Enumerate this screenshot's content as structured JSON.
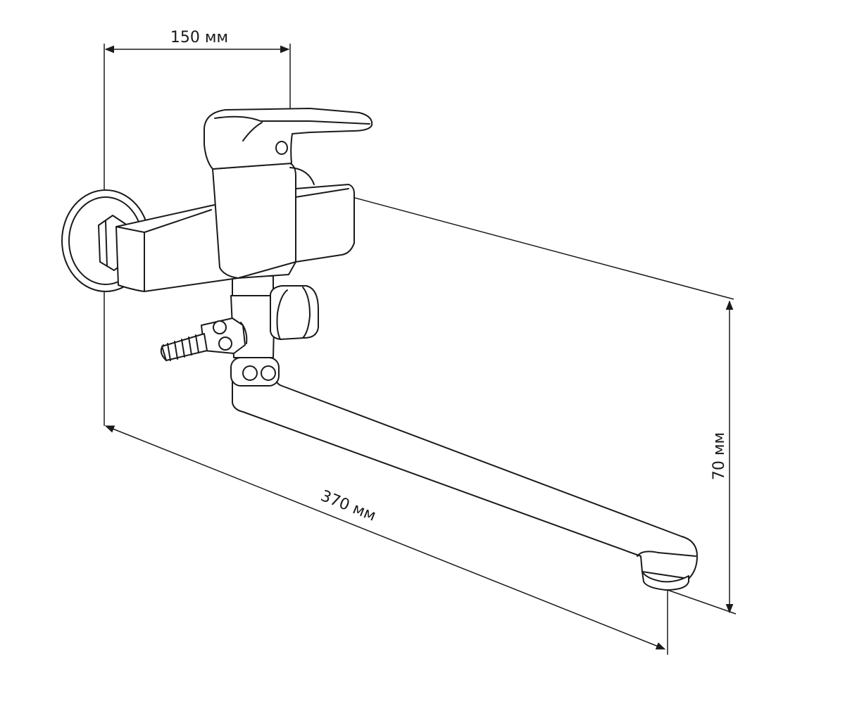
{
  "dimensions": {
    "width_top": "150 мм",
    "length_bottom": "370 мм",
    "height_right": "70 мм"
  },
  "colors": {
    "line": "#1a1a1a",
    "background": "#ffffff"
  }
}
